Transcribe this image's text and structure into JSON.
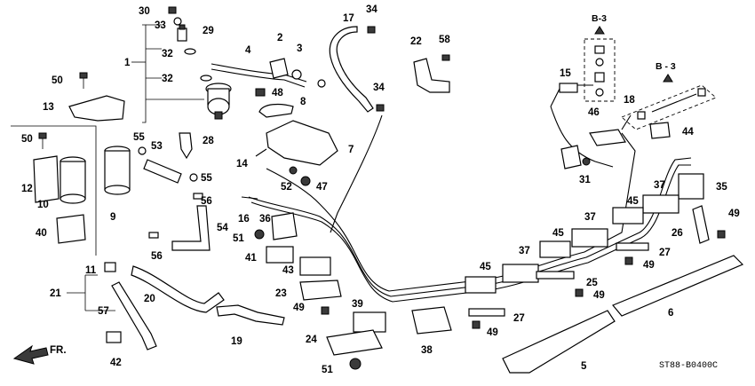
{
  "diagram": {
    "drawing_code": "ST88-B0400C",
    "front_marker": "FR.",
    "detail_refs": [
      "B-3",
      "B - 3"
    ],
    "callouts": [
      "1",
      "2",
      "3",
      "4",
      "5",
      "6",
      "7",
      "8",
      "9",
      "10",
      "11",
      "12",
      "13",
      "14",
      "15",
      "16",
      "17",
      "18",
      "20",
      "21",
      "22",
      "23",
      "24",
      "25",
      "26",
      "27",
      "28",
      "29",
      "30",
      "31",
      "32",
      "33",
      "34",
      "35",
      "36",
      "37",
      "38",
      "39",
      "40",
      "41",
      "42",
      "43",
      "44",
      "45",
      "46",
      "47",
      "48",
      "49",
      "50",
      "51",
      "52",
      "53",
      "54",
      "55",
      "56",
      "57",
      "58",
      "19"
    ]
  },
  "colors": {
    "line": "#000000",
    "background": "#ffffff",
    "fill_dark": "#3a3a3a"
  }
}
